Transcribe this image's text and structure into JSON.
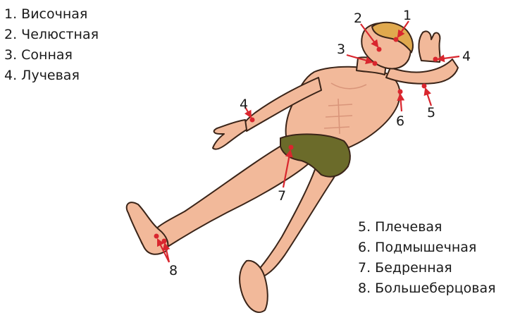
{
  "legend_left": [
    {
      "label": "1. Височная"
    },
    {
      "label": "2. Челюстная"
    },
    {
      "label": "3. Сонная"
    },
    {
      "label": "4. Лучевая"
    }
  ],
  "legend_right": [
    {
      "label": "5. Плечевая"
    },
    {
      "label": "6. Подмышечная"
    },
    {
      "label": "7. Бедренная"
    },
    {
      "label": "8. Большеберцовая"
    }
  ],
  "markers": {
    "m1": "1",
    "m2": "2",
    "m3": "3",
    "m4a": "4",
    "m4b": "4",
    "m5": "5",
    "m6": "6",
    "m7": "7",
    "m8": "8"
  },
  "colors": {
    "skin": "#f2b99a",
    "skin_shadow": "#d9957a",
    "outline": "#3a2418",
    "hair": "#e0a94e",
    "briefs": "#6b6b2a",
    "artery": "#d9262e"
  }
}
